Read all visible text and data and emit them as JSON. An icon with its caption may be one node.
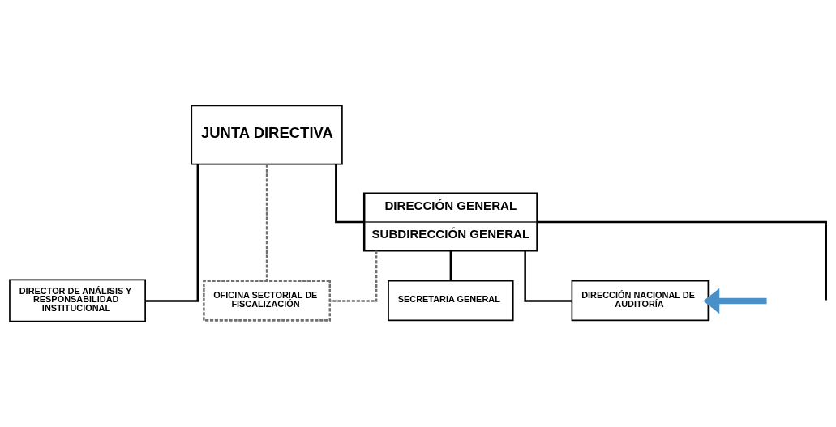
{
  "diagram": {
    "nodes": [
      {
        "text": [
          "JUNTA DIRECTIVA"
        ]
      },
      {
        "text": [
          "DIRECTOR DE ANÁLISIS Y RESPONSABILIDAD INSTITUCIONAL"
        ]
      },
      {
        "text": [
          "OFICINA SECTORIAL DE FISCALIZACIÓN"
        ]
      },
      {
        "text": [
          "DIRECCIÓN GENERAL",
          "SUBDIRECCIÓN GENERAL"
        ]
      },
      {
        "text": [
          "DIRECCIÓN NACIONAL DE AUDITORÍA"
        ]
      },
      {
        "text": [
          "SECRETARIA GENERAL"
        ]
      }
    ],
    "edges": [
      {
        "from": 0,
        "to": 3,
        "arrow": "none"
      },
      {
        "from": 0,
        "to": 1,
        "arrow": "none"
      },
      {
        "from": 0,
        "to": 2,
        "arrow": "none",
        "style": "dashed",
        "color": "#707070"
      },
      {
        "from": 3,
        "to": 2,
        "arrow": "none",
        "style": "dashed",
        "color": "#707070"
      },
      {
        "from": 3,
        "to": 4,
        "arrow": "none"
      },
      {
        "from": 3,
        "to": 5,
        "arrow": "none"
      },
      {
        "from": 3,
        "to": null,
        "arrow": "none"
      },
      {
        "from": null,
        "to": 4,
        "arrow": "to",
        "style": "thick",
        "color": "#4a90c8"
      }
    ]
  }
}
